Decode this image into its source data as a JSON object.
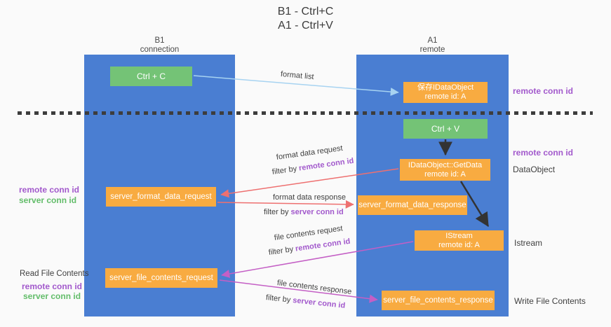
{
  "title": {
    "line1": "B1 - Ctrl+C",
    "line2": "A1 - Ctrl+V"
  },
  "columns": {
    "left": {
      "name": "B1",
      "subtitle": "connection"
    },
    "right": {
      "name": "A1",
      "subtitle": "remote"
    }
  },
  "boxes": {
    "ctrl_c": "Ctrl + C",
    "ctrl_v": "Ctrl + V",
    "save_idataobject": {
      "line1": "保存IDataObject",
      "line2": "remote id: A"
    },
    "idataobject_getdata": {
      "line1": "IDataObject::GetData",
      "line2": "remote id: A"
    },
    "istream": {
      "line1": "IStream",
      "line2": "remote id: A"
    },
    "server_format_data_request": "server_format_data_request",
    "server_format_data_response": "server_format_data_response",
    "server_file_contents_request": "server_file_contents_request",
    "server_file_contents_response": "server_file_contents_response"
  },
  "arrow_labels": {
    "format_list": "format list",
    "format_data_request": "format data request",
    "format_data_response": "format data response",
    "file_contents_request": "file contents request",
    "file_contents_response": "file contents response",
    "filter_by": "filter by ",
    "remote_conn_id": "remote conn id",
    "server_conn_id": "server conn id"
  },
  "margin_labels": {
    "left_remote_conn_id": "remote conn id",
    "left_server_conn_id": "server conn id",
    "read_file_contents": "Read File Contents",
    "read_remote_conn_id": "remote conn id",
    "read_server_conn_id": "server conn id",
    "right_remote_conn_id_top": "remote conn id",
    "right_remote_conn_id_mid": "remote conn id",
    "dataobject": "DataObject",
    "istream": "Istream",
    "write_file_contents": "Write File Contents"
  },
  "colors": {
    "lane_blue": "#4a7ed2",
    "box_green": "#74c376",
    "box_orange": "#f8ab41",
    "arrow_light_blue": "#a7d3f1",
    "arrow_salmon": "#ee7070",
    "arrow_magenta": "#c45fc5",
    "arrow_black": "#333333",
    "text_purple": "#a259cc",
    "text_green": "#63bd6a",
    "dash_dark": "#3d3d3d"
  }
}
